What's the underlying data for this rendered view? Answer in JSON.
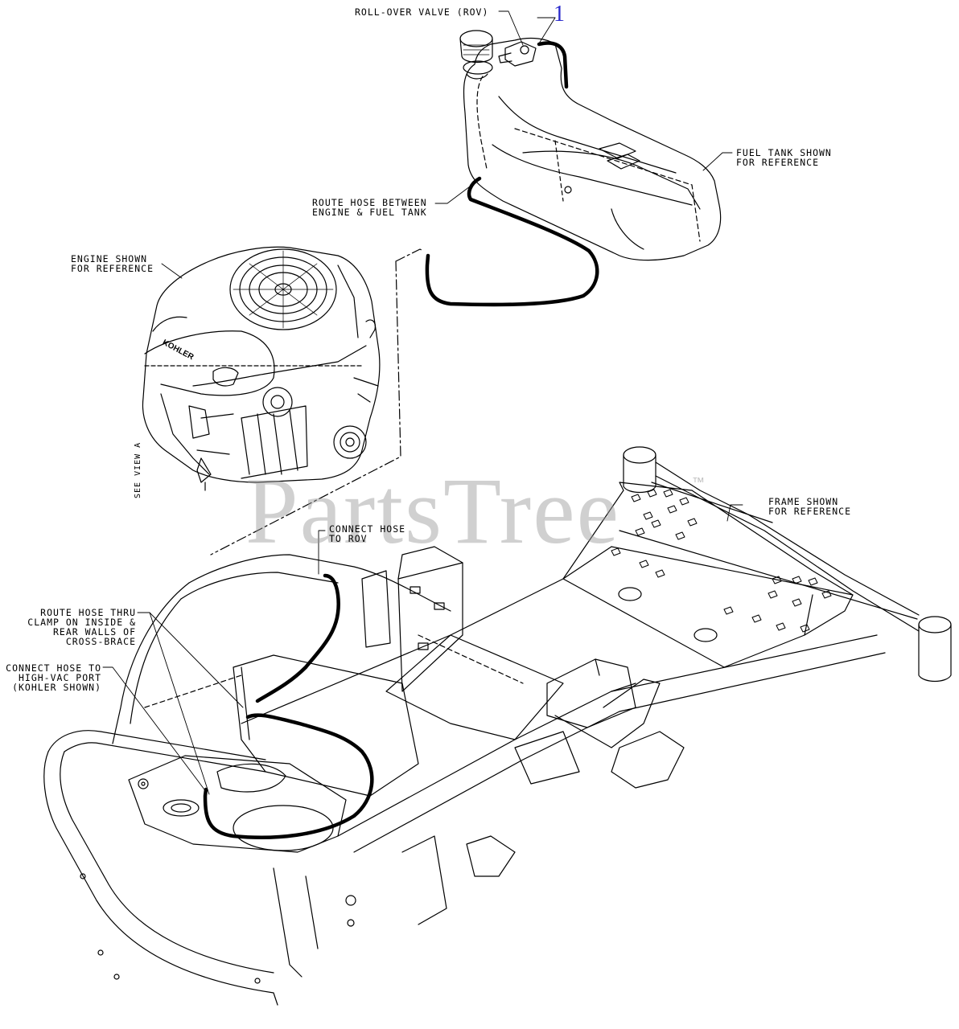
{
  "labels": {
    "rov": "ROLL-OVER VALVE (ROV)",
    "fuel_tank_1": "FUEL TANK SHOWN",
    "fuel_tank_2": "FOR REFERENCE",
    "route_between_1": "ROUTE HOSE BETWEEN",
    "route_between_2": "ENGINE & FUEL TANK",
    "engine_1": "ENGINE SHOWN",
    "engine_2": "FOR REFERENCE",
    "see_view": "SEE VIEW A",
    "connect_rov_1": "CONNECT HOSE",
    "connect_rov_2": "TO ROV",
    "frame_1": "FRAME SHOWN",
    "frame_2": "FOR REFERENCE",
    "route_thru_1": "ROUTE HOSE THRU",
    "route_thru_2": "CLAMP ON INSIDE &",
    "route_thru_3": "REAR WALLS OF",
    "route_thru_4": "CROSS-BRACE",
    "connect_port_1": "CONNECT HOSE TO",
    "connect_port_2": "HIGH-VAC PORT",
    "connect_port_3": "(KOHLER SHOWN)"
  },
  "callout": "1",
  "watermark": "PartsTree",
  "trademark": "™",
  "engine_brand": "KOHLER",
  "colors": {
    "line": "#000000",
    "callout": "#2a2acc",
    "watermark": "#969696"
  }
}
